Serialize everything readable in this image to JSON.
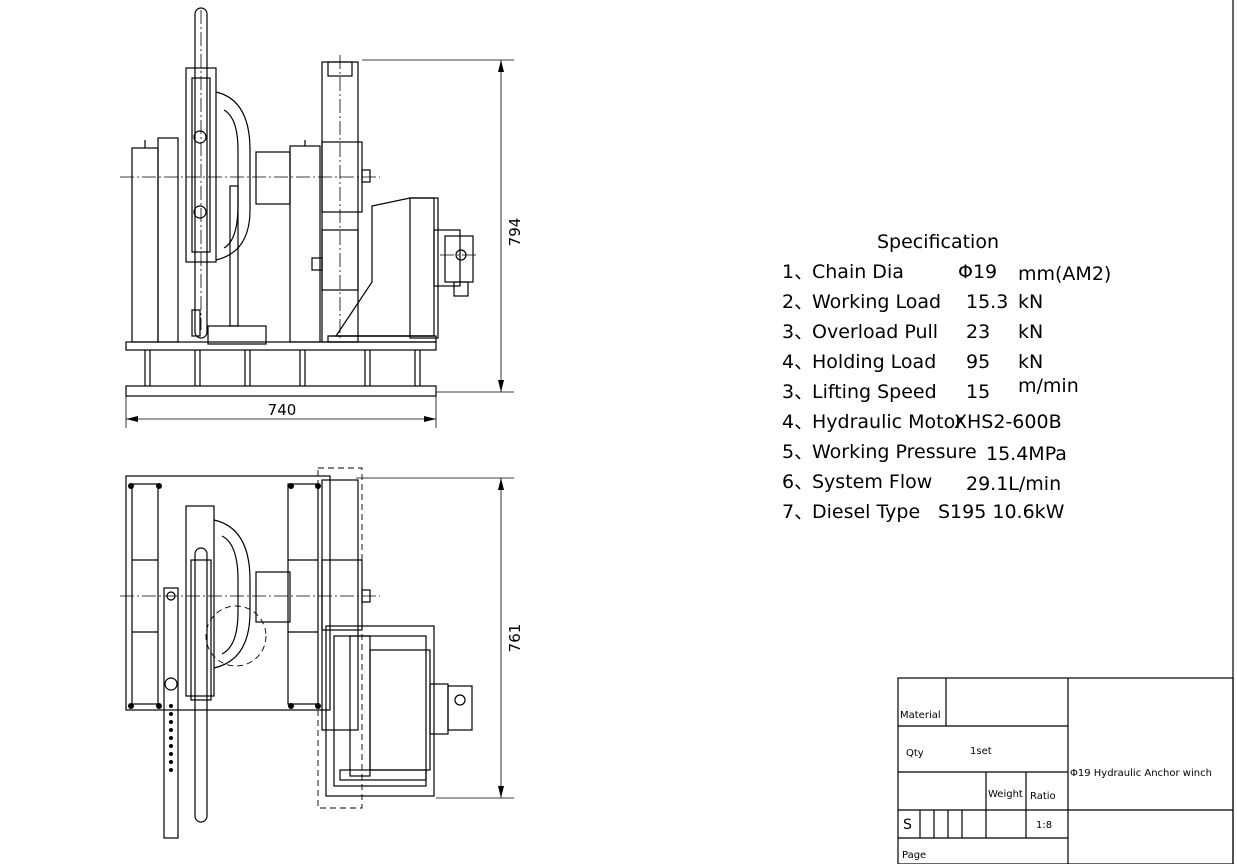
{
  "dimensions": {
    "front_height": "794",
    "front_width": "740",
    "top_height": "761"
  },
  "specification": {
    "title": "Specification",
    "items": [
      {
        "num": "1、",
        "label": "Chain Dia",
        "value": "Φ19",
        "unit": "mm(AM2)"
      },
      {
        "num": "2、",
        "label": "Working Load",
        "value": "15.3",
        "unit": "kN"
      },
      {
        "num": "3、",
        "label": "Overload Pull",
        "value": "23",
        "unit": "kN"
      },
      {
        "num": "4、",
        "label": "Holding Load",
        "value": "95",
        "unit": "kN"
      },
      {
        "num": "3、",
        "label": "Lifting Speed",
        "value": "15",
        "unit": "m/min"
      },
      {
        "num": "4、",
        "label": "Hydraulic Motor",
        "value": "XHS2-600B",
        "unit": ""
      },
      {
        "num": "5、",
        "label": "Working Pressure",
        "value": "15.4MPa",
        "unit": ""
      },
      {
        "num": "6、",
        "label": "System Flow",
        "value": "29.1L/min",
        "unit": ""
      },
      {
        "num": "7、",
        "label": "Diesel Type",
        "value": "S195 10.6kW",
        "unit": ""
      }
    ]
  },
  "title_block": {
    "material_label": "Material",
    "qty_label": "Qty",
    "qty_value": "1set",
    "weight_label": "Weight",
    "ratio_label": "Ratio",
    "s_label": "S",
    "ratio_value": "1:8",
    "page_label": "Page",
    "drawing_title": "Φ19 Hydraulic Anchor winch"
  }
}
